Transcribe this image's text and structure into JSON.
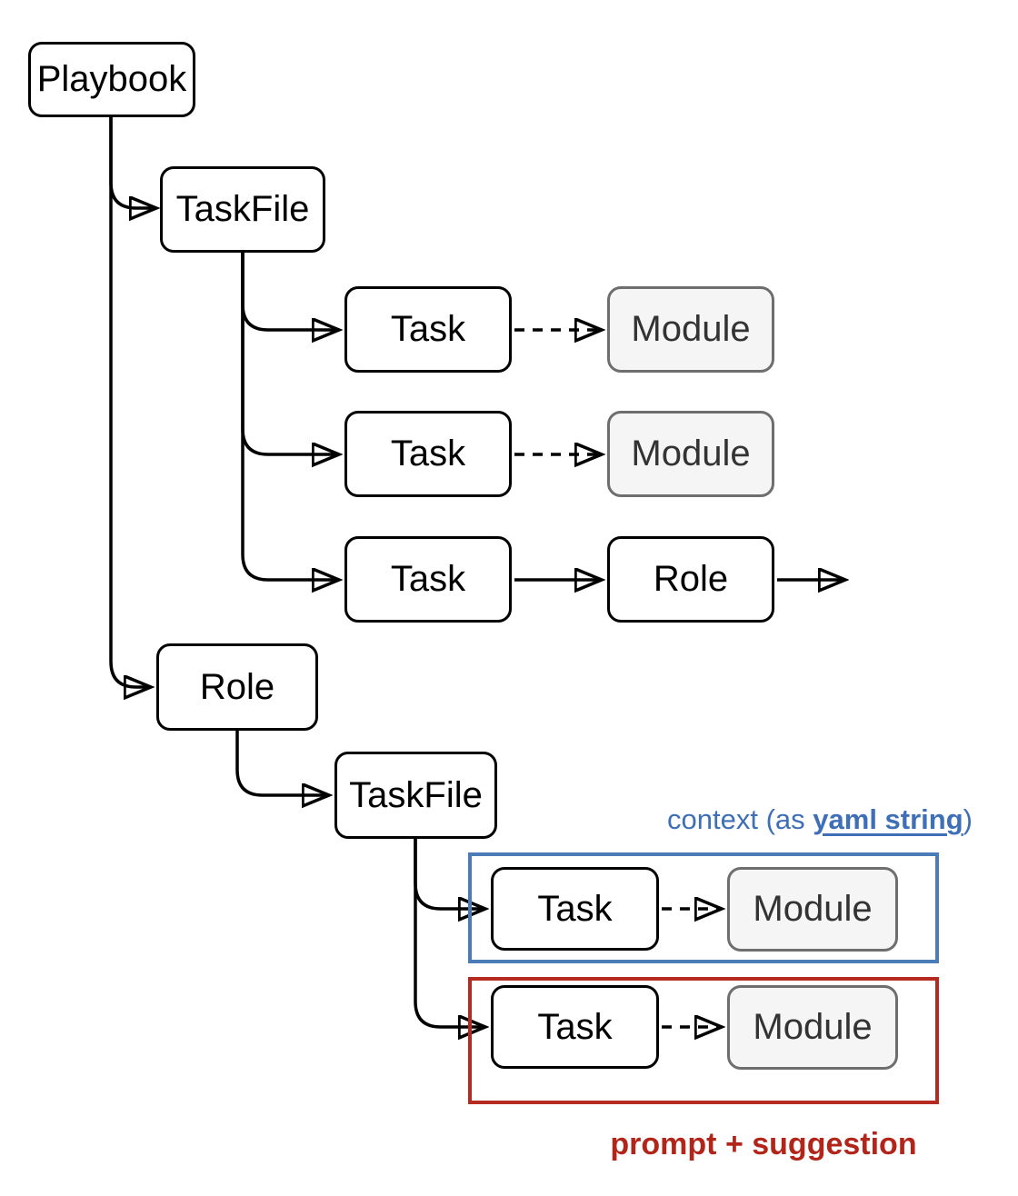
{
  "diagram": {
    "nodes": {
      "playbook": "Playbook",
      "taskfile_top": "TaskFile",
      "task_1": "Task",
      "module_1": "Module",
      "task_2": "Task",
      "module_2": "Module",
      "task_3": "Task",
      "role_child": "Role",
      "role_main": "Role",
      "taskfile_role": "TaskFile",
      "task_context": "Task",
      "module_context": "Module",
      "task_prompt": "Task",
      "module_prompt": "Module"
    },
    "annotations": {
      "context": {
        "prefix": "context (as ",
        "highlight": "yaml string",
        "suffix": ")"
      },
      "prompt": {
        "text": "prompt + suggestion"
      }
    },
    "colors": {
      "node_stroke": "#000000",
      "node_fill": "#ffffff",
      "module_fill": "#f5f5f5",
      "module_stroke": "#6e6e6e",
      "context_box_stroke": "#4a7cb8",
      "context_text": "#3f6fb7",
      "prompt_box_stroke": "#b52a21",
      "prompt_text": "#b2251b"
    }
  }
}
